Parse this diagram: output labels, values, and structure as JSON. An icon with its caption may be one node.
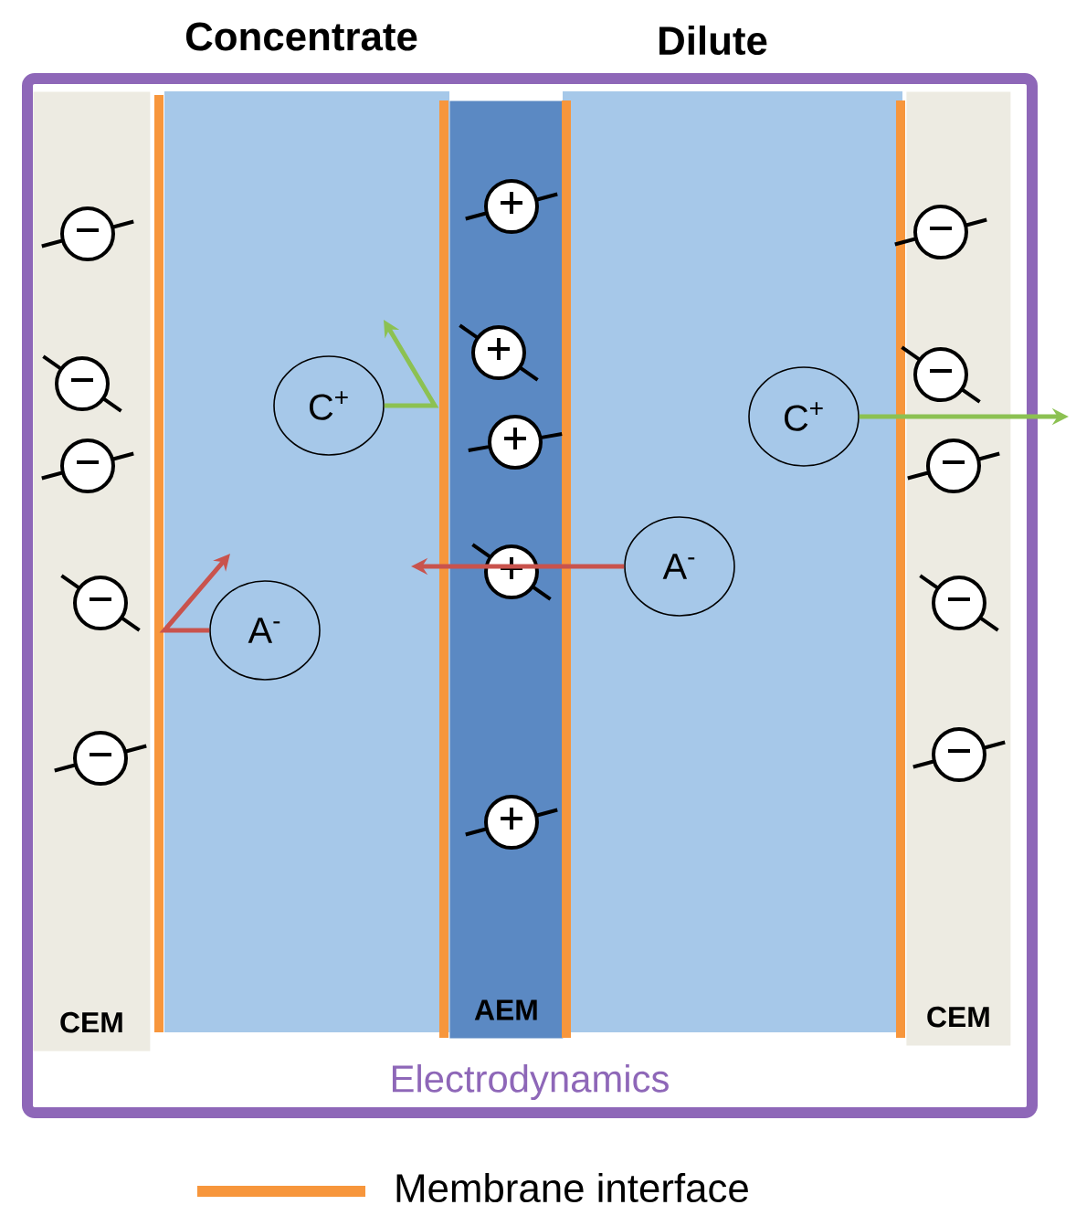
{
  "diagram": {
    "nodes": [
      {
        "text": [
          "Electrodynamics"
        ]
      },
      {
        "text": [
          "CEM"
        ],
        "in": 0
      },
      {
        "text": [
          "AEM"
        ],
        "in": 0
      },
      {
        "text": [
          "CEM"
        ],
        "in": 0
      },
      {
        "text": [
          "C$^{+}$"
        ],
        "in": 0
      },
      {
        "text": [
          "C$^{+}$"
        ],
        "in": 0
      },
      {
        "text": [
          "A$^{-}$"
        ],
        "in": 0
      },
      {
        "text": [
          "A$^{-}$"
        ],
        "in": 0
      }
    ],
    "edges": [
      {
        "from": 4,
        "to": null,
        "arrow": "to",
        "color": "#8cc152"
      },
      {
        "from": 5,
        "to": null,
        "arrow": "to",
        "color": "#8cc152"
      },
      {
        "from": 6,
        "to": null,
        "arrow": "to",
        "color": "#c9534d"
      },
      {
        "from": 7,
        "to": null,
        "arrow": "to",
        "color": "#c9534d"
      }
    ],
    "labels": [
      "Concentrate",
      "Dilute"
    ],
    "legend": [
      {
        "text": "Membrane interface"
      }
    ]
  }
}
